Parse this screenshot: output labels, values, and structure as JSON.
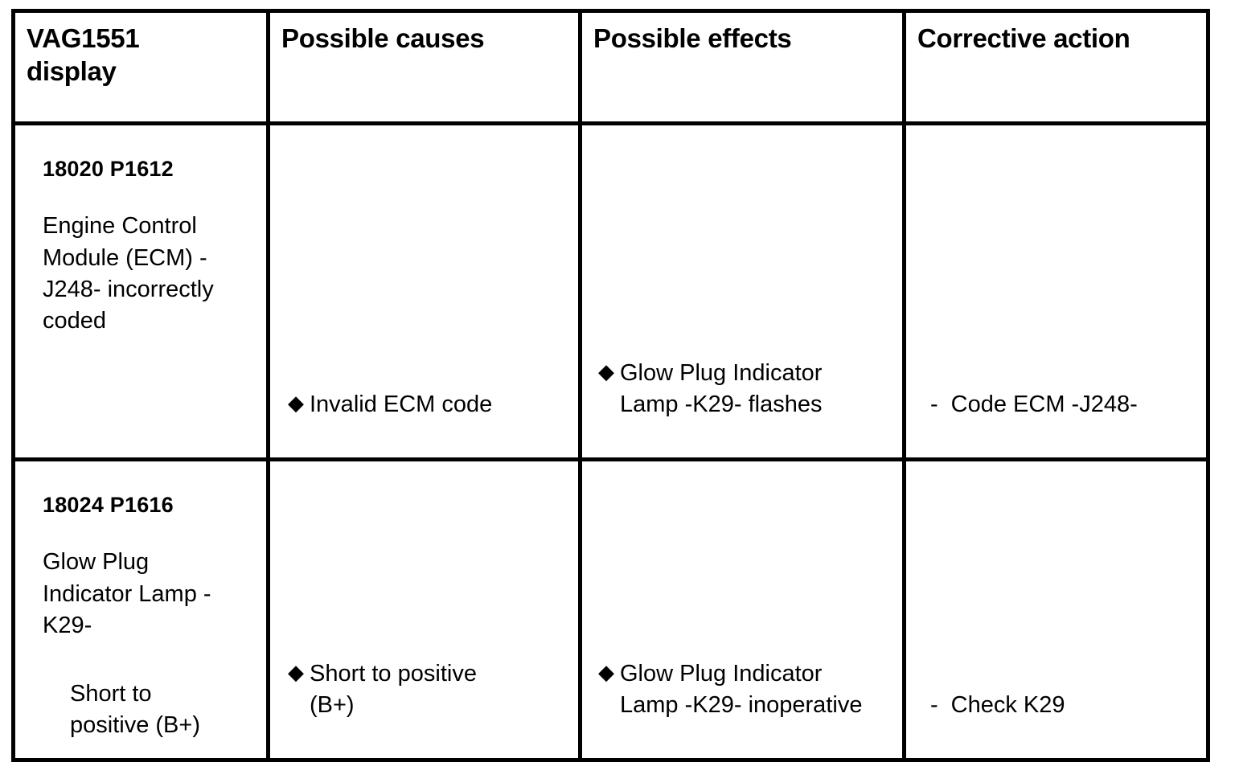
{
  "document": {
    "title": "VAG1551 diagnostic trouble code table",
    "text_color": "#000000",
    "background_color": "#ffffff",
    "border_color": "#000000"
  },
  "table": {
    "headers": [
      {
        "id": "vag1551-display",
        "label": "VAG1551\ndisplay"
      },
      {
        "id": "possible-causes",
        "label": "Possible causes"
      },
      {
        "id": "possible-effects",
        "label": "Possible effects"
      },
      {
        "id": "corrective-action",
        "label": "Corrective action"
      }
    ],
    "rows": [
      {
        "display": {
          "code": "18020 P1612",
          "description": "Engine Control\nModule (ECM) -\nJ248- incorrectly\ncoded",
          "sub_description": ""
        },
        "causes": [
          {
            "marker": "diamond-bullet",
            "glyph": "◆",
            "text": "Invalid ECM code"
          }
        ],
        "effects": [
          {
            "marker": "diamond-bullet",
            "glyph": "◆",
            "text": "Glow Plug Indicator\nLamp -K29- flashes"
          }
        ],
        "actions": [
          {
            "marker": "dash-bullet",
            "glyph": "-",
            "text": "Code ECM -J248-"
          }
        ]
      },
      {
        "display": {
          "code": "18024 P1616",
          "description": "Glow Plug\nIndicator Lamp -\nK29-",
          "sub_description": "Short to\npositive (B+)"
        },
        "causes": [
          {
            "marker": "diamond-bullet",
            "glyph": "◆",
            "text": "Short to positive\n(B+)"
          }
        ],
        "effects": [
          {
            "marker": "diamond-bullet",
            "glyph": "◆",
            "text": "Glow Plug Indicator\nLamp -K29- inoperative"
          }
        ],
        "actions": [
          {
            "marker": "dash-bullet",
            "glyph": "-",
            "text": "Check K29"
          }
        ]
      }
    ]
  }
}
